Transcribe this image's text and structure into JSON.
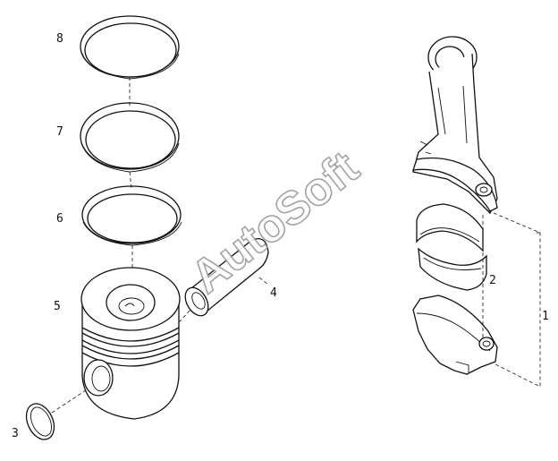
{
  "labels": {
    "p1": "1",
    "p2": "2",
    "p3": "3",
    "p4": "4",
    "p5": "5",
    "p6": "6",
    "p7": "7",
    "p8": "8"
  },
  "watermark": "AutoSoft",
  "icons": {
    "ring8": "piston-ring-icon",
    "ring7": "piston-ring-icon",
    "ring6": "piston-ring-icon",
    "piston": "piston-icon",
    "pin": "piston-pin-icon",
    "circlip": "circlip-icon",
    "rod": "connecting-rod-icon",
    "bearing": "bearing-shell-icon"
  }
}
